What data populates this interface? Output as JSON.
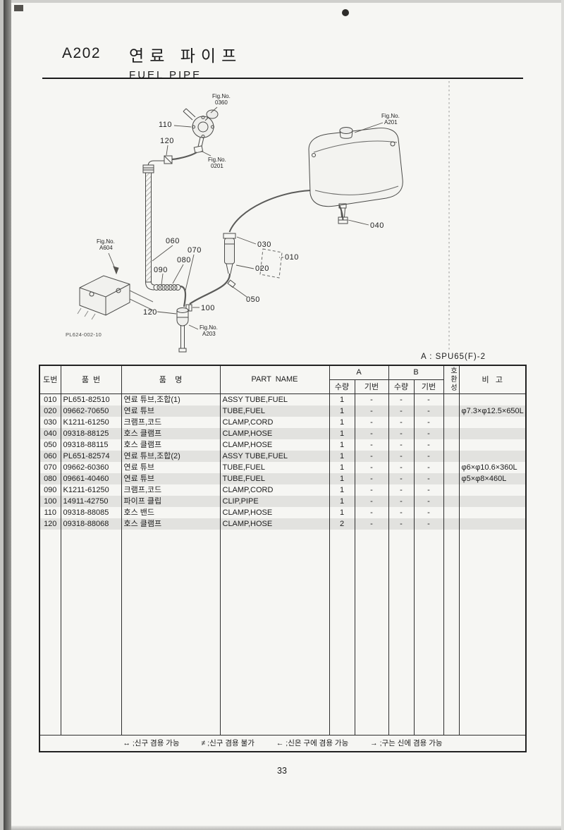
{
  "page": {
    "section_code": "A202",
    "title_korean": "연료 파이프",
    "title_english": "FUEL PIPE",
    "model_note": "A : SPU65(F)-2",
    "page_number": "33"
  },
  "diagram": {
    "drawing_ref": "PL624-002-10",
    "fig_refs": [
      {
        "id": "fig-0360",
        "label": "Fig.No.",
        "value": "0360"
      },
      {
        "id": "fig-0201",
        "label": "Fig.No.",
        "value": "0201"
      },
      {
        "id": "fig-a604",
        "label": "Fig.No.",
        "value": "A604"
      },
      {
        "id": "fig-a201",
        "label": "Fig.No.",
        "value": "A201"
      },
      {
        "id": "fig-a203",
        "label": "Fig.No.",
        "value": "A203"
      }
    ],
    "callouts": [
      {
        "id": "callout-110",
        "label": "110"
      },
      {
        "id": "callout-120-top",
        "label": "120"
      },
      {
        "id": "callout-060",
        "label": "060"
      },
      {
        "id": "callout-070",
        "label": "070"
      },
      {
        "id": "callout-080",
        "label": "080"
      },
      {
        "id": "callout-090",
        "label": "090"
      },
      {
        "id": "callout-030",
        "label": "030"
      },
      {
        "id": "callout-010",
        "label": "010"
      },
      {
        "id": "callout-020",
        "label": "020"
      },
      {
        "id": "callout-050",
        "label": "050"
      },
      {
        "id": "callout-100",
        "label": "100"
      },
      {
        "id": "callout-120-bottom",
        "label": "120"
      },
      {
        "id": "callout-040",
        "label": "040"
      }
    ]
  },
  "table": {
    "headers": {
      "col_no": "도번",
      "col_part_no": "품  번",
      "col_name_kr": "품    명",
      "col_part_name": "PART  NAME",
      "group_a": "A",
      "group_b": "B",
      "col_qty": "수량",
      "col_serial": "기번",
      "col_compat": "호환성",
      "col_remark": "비   고"
    },
    "rows": [
      {
        "no": "010",
        "part_no": "PL651-82510",
        "name_kr": "연료 튜브,조합(1)",
        "part_name": "ASSY TUBE,FUEL",
        "a_qty": "1",
        "a_serial": "-",
        "b_qty": "-",
        "b_serial": "-",
        "compat": "",
        "remark": ""
      },
      {
        "no": "020",
        "part_no": "09662-70650",
        "name_kr": "연료 튜브",
        "part_name": "TUBE,FUEL",
        "a_qty": "1",
        "a_serial": "-",
        "b_qty": "-",
        "b_serial": "-",
        "compat": "",
        "remark": "φ7.3×φ12.5×650L"
      },
      {
        "no": "030",
        "part_no": "K1211-61250",
        "name_kr": "크램프,코드",
        "part_name": "CLAMP,CORD",
        "a_qty": "1",
        "a_serial": "-",
        "b_qty": "-",
        "b_serial": "-",
        "compat": "",
        "remark": ""
      },
      {
        "no": "040",
        "part_no": "09318-88125",
        "name_kr": "호스 클램프",
        "part_name": "CLAMP,HOSE",
        "a_qty": "1",
        "a_serial": "-",
        "b_qty": "-",
        "b_serial": "-",
        "compat": "",
        "remark": ""
      },
      {
        "no": "050",
        "part_no": "09318-88115",
        "name_kr": "호스 클램프",
        "part_name": "CLAMP,HOSE",
        "a_qty": "1",
        "a_serial": "-",
        "b_qty": "-",
        "b_serial": "-",
        "compat": "",
        "remark": ""
      },
      {
        "no": "060",
        "part_no": "PL651-82574",
        "name_kr": "연료 튜브,조합(2)",
        "part_name": "ASSY TUBE,FUEL",
        "a_qty": "1",
        "a_serial": "-",
        "b_qty": "-",
        "b_serial": "-",
        "compat": "",
        "remark": ""
      },
      {
        "no": "070",
        "part_no": "09662-60360",
        "name_kr": "연료 튜브",
        "part_name": "TUBE,FUEL",
        "a_qty": "1",
        "a_serial": "-",
        "b_qty": "-",
        "b_serial": "-",
        "compat": "",
        "remark": "φ6×φ10.6×360L"
      },
      {
        "no": "080",
        "part_no": "09661-40460",
        "name_kr": "연료 튜브",
        "part_name": "TUBE,FUEL",
        "a_qty": "1",
        "a_serial": "-",
        "b_qty": "-",
        "b_serial": "-",
        "compat": "",
        "remark": "φ5×φ8×460L"
      },
      {
        "no": "090",
        "part_no": "K1211-61250",
        "name_kr": "크램프,코드",
        "part_name": "CLAMP,CORD",
        "a_qty": "1",
        "a_serial": "-",
        "b_qty": "-",
        "b_serial": "-",
        "compat": "",
        "remark": ""
      },
      {
        "no": "100",
        "part_no": "14911-42750",
        "name_kr": "파이프 클립",
        "part_name": "CLIP,PIPE",
        "a_qty": "1",
        "a_serial": "-",
        "b_qty": "-",
        "b_serial": "-",
        "compat": "",
        "remark": ""
      },
      {
        "no": "110",
        "part_no": "09318-88085",
        "name_kr": "호스 밴드",
        "part_name": "CLAMP,HOSE",
        "a_qty": "1",
        "a_serial": "-",
        "b_qty": "-",
        "b_serial": "-",
        "compat": "",
        "remark": ""
      },
      {
        "no": "120",
        "part_no": "09318-88068",
        "name_kr": "호스 클램프",
        "part_name": "CLAMP,HOSE",
        "a_qty": "2",
        "a_serial": "-",
        "b_qty": "-",
        "b_serial": "-",
        "compat": "",
        "remark": ""
      }
    ]
  },
  "footer": {
    "legend": [
      "↔ ;신구 겸용 가능",
      "≠ ;신구 겸용 불가",
      "← ;신은 구에 겸용 가능",
      "→ ;구는 신에 겸용 가능"
    ]
  }
}
